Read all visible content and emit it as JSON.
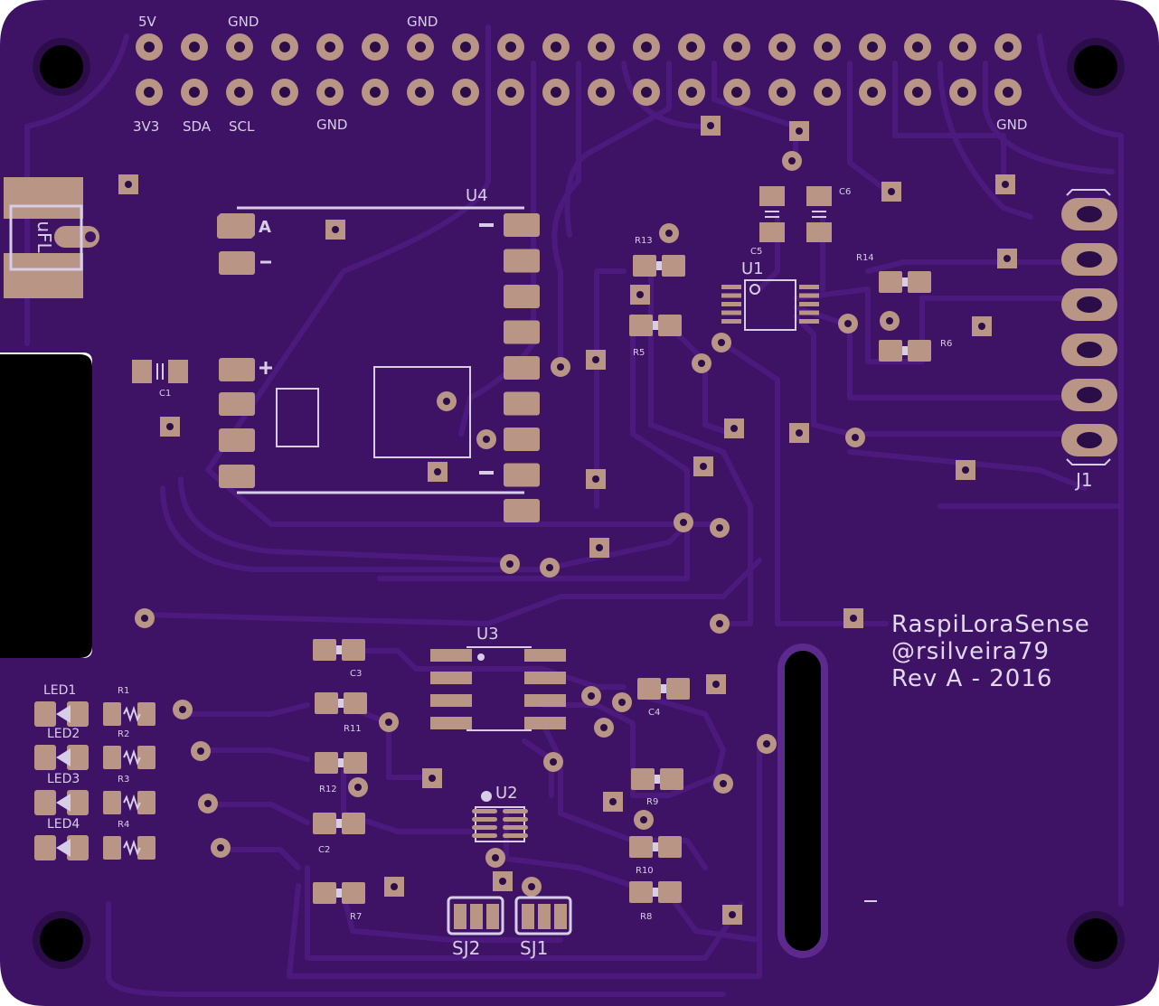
{
  "board": {
    "colors": {
      "board": "#3e1366",
      "trace": "#4a1a79",
      "trace_edge": "#5b2a8c",
      "copper": "#b89585",
      "silk": "#d8cde6",
      "cutout": "#000000"
    }
  },
  "header": {
    "top_labels": [
      "5V",
      "GND",
      "GND"
    ],
    "bottom_labels": [
      "3V3",
      "SDA",
      "SCL",
      "GND",
      "GND"
    ]
  },
  "antenna": {
    "label": "uFL"
  },
  "u4": {
    "ref": "U4",
    "mark_a": "A"
  },
  "u1": {
    "ref": "U1"
  },
  "u2": {
    "ref": "U2"
  },
  "u3": {
    "ref": "U3"
  },
  "j1": {
    "ref": "J1"
  },
  "passives": {
    "c1": "C1",
    "c2": "C2",
    "c3": "C3",
    "c4": "C4",
    "c5": "C5",
    "c6": "C6",
    "r5": "R5",
    "r6": "R6",
    "r7": "R7",
    "r8": "R8",
    "r9": "R9",
    "r10": "R10",
    "r11": "R11",
    "r12": "R12",
    "r13": "R13",
    "r14": "R14"
  },
  "leds": [
    {
      "led": "LED1",
      "res": "R1"
    },
    {
      "led": "LED2",
      "res": "R2"
    },
    {
      "led": "LED3",
      "res": "R3"
    },
    {
      "led": "LED4",
      "res": "R4"
    }
  ],
  "jumpers": {
    "sj1": "SJ1",
    "sj2": "SJ2"
  },
  "branding": {
    "line1": "RaspiLoraSense",
    "line2": "@rsilveira79",
    "line3": "Rev A - 2016"
  }
}
